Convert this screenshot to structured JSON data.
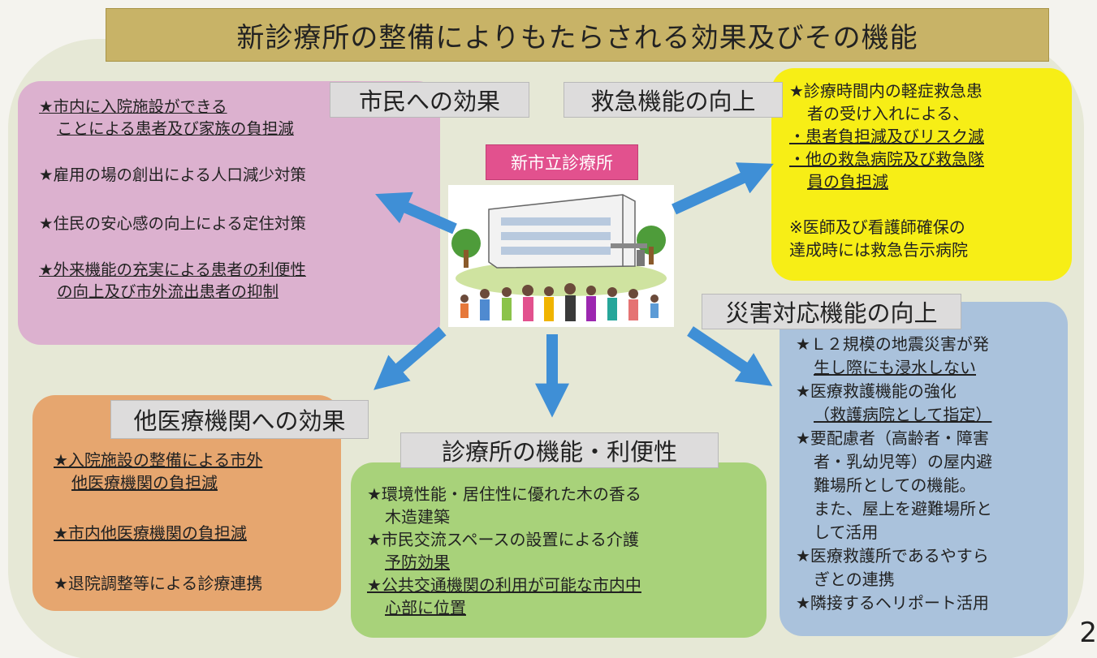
{
  "title": "新診療所の整備によりもたらされる効果及びその機能",
  "center": {
    "label": "新市立診療所"
  },
  "citizens": {
    "heading": "市民への効果",
    "items": [
      [
        "★市内に入院施設ができる",
        "ことによる患者及び家族の負担減"
      ],
      [
        "★雇用の場の創出による人口減少対策"
      ],
      [
        "★住民の安心感の向上による定住対策"
      ],
      [
        "★外来機能の充実による患者の利便性",
        "の向上及び市外流出患者の抑制"
      ]
    ]
  },
  "emergency": {
    "heading": "救急機能の向上",
    "lines": [
      "★診療時間内の軽症救急患",
      "者の受け入れによる、",
      "・患者負担減及びリスク減",
      "・他の救急病院及び救急隊",
      "員の負担減",
      "※医師及び看護師確保の",
      "達成時には救急告示病院"
    ]
  },
  "disaster": {
    "heading": "災害対応機能の向上",
    "lines": [
      "★Ｌ２規模の地震災害が発",
      "生し際にも浸水しない",
      "★医療救護機能の強化",
      "（救護病院として指定）",
      "★要配慮者（高齢者・障害",
      "者・乳幼児等）の屋内避",
      "難場所としての機能。",
      "また、屋上を避難場所と",
      "して活用",
      "★医療救護所であるやすら",
      "ぎとの連携",
      "★隣接するヘリポート活用"
    ]
  },
  "other_med": {
    "heading": "他医療機関への効果",
    "lines": [
      "★入院施設の整備による市外",
      "他医療機関の負担減",
      "★市内他医療機関の負担減",
      "★退院調整等による診療連携"
    ]
  },
  "clinic_function": {
    "heading": "診療所の機能・利便性",
    "lines": [
      "★環境性能・居住性に優れた木の香る",
      "木造建築",
      "★市民交流スペースの設置による介護",
      "予防効果",
      "★公共交通機関の利用が可能な市内中",
      "心部に位置"
    ]
  },
  "page_number": "2",
  "colors": {
    "title_bg": "#c8b367",
    "pink": "#dcb1cf",
    "yellow": "#f7ee16",
    "blue": "#aac2dc",
    "orange": "#e6a66f",
    "green": "#a8d27a",
    "arrow": "#3f8fd6",
    "clinic_label": "#e2518e"
  }
}
